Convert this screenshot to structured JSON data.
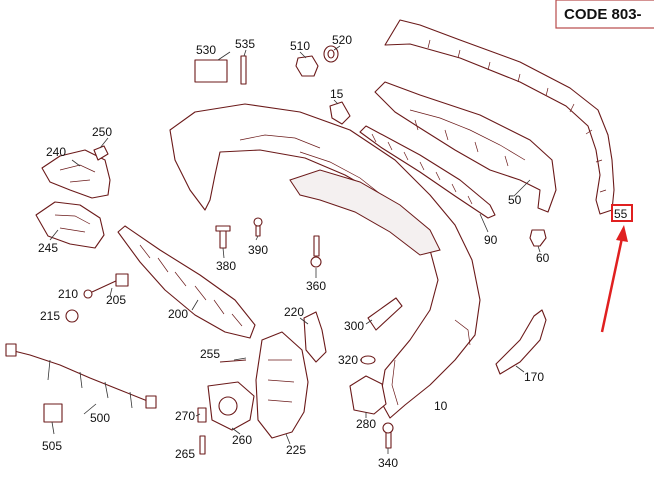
{
  "header": {
    "code_label": "CODE 803-"
  },
  "highlight": {
    "label": "55",
    "color": "#e02020"
  },
  "colors": {
    "outline": "#6b1a1a",
    "highlight": "#e02020",
    "code_border": "#b84a4a"
  },
  "labels": {
    "p530": "530",
    "p535": "535",
    "p510": "510",
    "p520": "520",
    "p15": "15",
    "p250": "250",
    "p240": "240",
    "p245": "245",
    "p390": "390",
    "p380": "380",
    "p360": "360",
    "p90": "90",
    "p50": "50",
    "p60": "60",
    "p210": "210",
    "p205": "205",
    "p215": "215",
    "p200": "200",
    "p220": "220",
    "p300": "300",
    "p255": "255",
    "p320": "320",
    "p170": "170",
    "p500": "500",
    "p505": "505",
    "p270": "270",
    "p260": "260",
    "p265": "265",
    "p225": "225",
    "p280": "280",
    "p10": "10",
    "p340": "340"
  }
}
